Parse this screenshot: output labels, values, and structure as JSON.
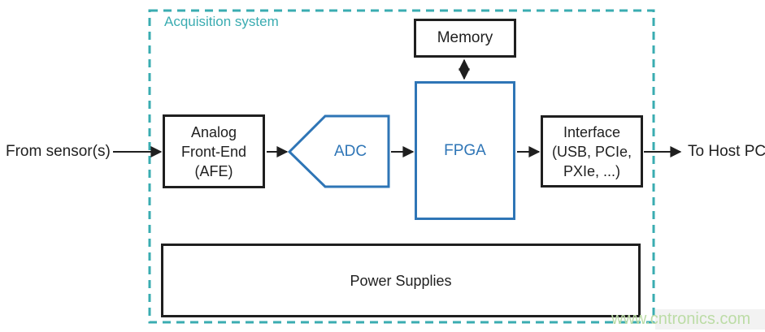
{
  "colors": {
    "boundary_teal": "#3AACB1",
    "accent_blue": "#2E75B6",
    "ink": "#1F1F1F",
    "watermark_green": "#BCDCA6"
  },
  "diagram": {
    "container_label": "Acquisition system",
    "input_label": "From sensor(s)",
    "output_label": "To Host PC",
    "blocks": {
      "afe": {
        "lines": [
          "Analog",
          "Front-End",
          "(AFE)"
        ]
      },
      "adc": {
        "label": "ADC"
      },
      "fpga": {
        "label": "FPGA"
      },
      "memory": {
        "label": "Memory"
      },
      "interface": {
        "lines": [
          "Interface",
          "(USB, PCIe,",
          "PXIe, ...)"
        ]
      },
      "power_supplies": {
        "label": "Power Supplies"
      }
    },
    "connections": [
      "sensor-to-afe",
      "afe-to-adc",
      "adc-to-fpga",
      "fpga-memory-bidirectional",
      "fpga-to-interface",
      "interface-to-host"
    ]
  },
  "watermark": {
    "text": "www.cntronics.com"
  }
}
